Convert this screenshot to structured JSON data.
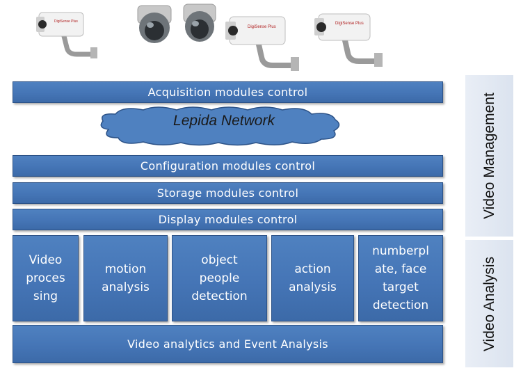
{
  "bars": {
    "acquisition": "Acquisition modules control",
    "configuration": "Configuration modules control",
    "storage": "Storage modules control",
    "display": "Display modules control",
    "analytics": "Video analytics and Event Analysis"
  },
  "cloud": {
    "label": "Lepida Network"
  },
  "modules": [
    {
      "lines": [
        "Video",
        "proces",
        "sing"
      ]
    },
    {
      "lines": [
        "motion",
        "analysis"
      ]
    },
    {
      "lines": [
        "object",
        "people",
        "detection"
      ]
    },
    {
      "lines": [
        "action",
        "analysis"
      ]
    },
    {
      "lines": [
        "numberpl",
        "ate, face",
        "target",
        "detection"
      ]
    }
  ],
  "side_labels": {
    "video_management": "Video Management",
    "video_analysis": "Video Analysis"
  },
  "cameras": [
    {
      "type": "bullet-camera",
      "brand": "DigiSense Plus"
    },
    {
      "type": "dome-camera"
    },
    {
      "type": "dome-camera"
    },
    {
      "type": "bullet-camera",
      "brand": "DigiSense Plus"
    },
    {
      "type": "bullet-camera",
      "brand": "DigiSense Plus"
    }
  ],
  "colors": {
    "box_fill": "#4575b6",
    "box_border": "#2c5287",
    "side_panel": "#e2e8f2",
    "box_text": "#ffffff"
  }
}
